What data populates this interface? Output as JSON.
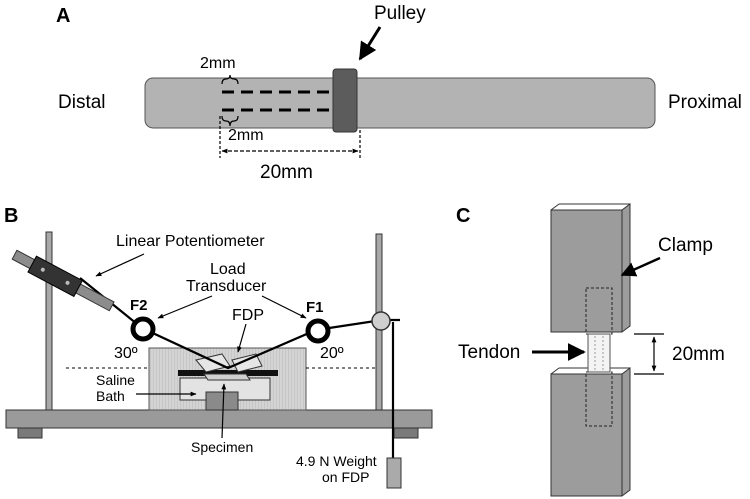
{
  "panel_a": {
    "letter": "A",
    "pulley": "Pulley",
    "distal": "Distal",
    "proximal": "Proximal",
    "dim_top": "2mm",
    "dim_bottom": "2mm",
    "length": "20mm"
  },
  "panel_b": {
    "letter": "B",
    "linear_potentiometer": "Linear Potentiometer",
    "load_transducer_line1": "Load",
    "load_transducer_line2": "Transducer",
    "fdp": "FDP",
    "f2": "F2",
    "f1": "F1",
    "angle_left": "30º",
    "angle_right": "20º",
    "saline_line1": "Saline",
    "saline_line2": "Bath",
    "specimen": "Specimen",
    "weight_line1": "4.9 N Weight",
    "weight_line2": "on FDP"
  },
  "panel_c": {
    "letter": "C",
    "clamp": "Clamp",
    "tendon": "Tendon",
    "gap": "20mm"
  }
}
